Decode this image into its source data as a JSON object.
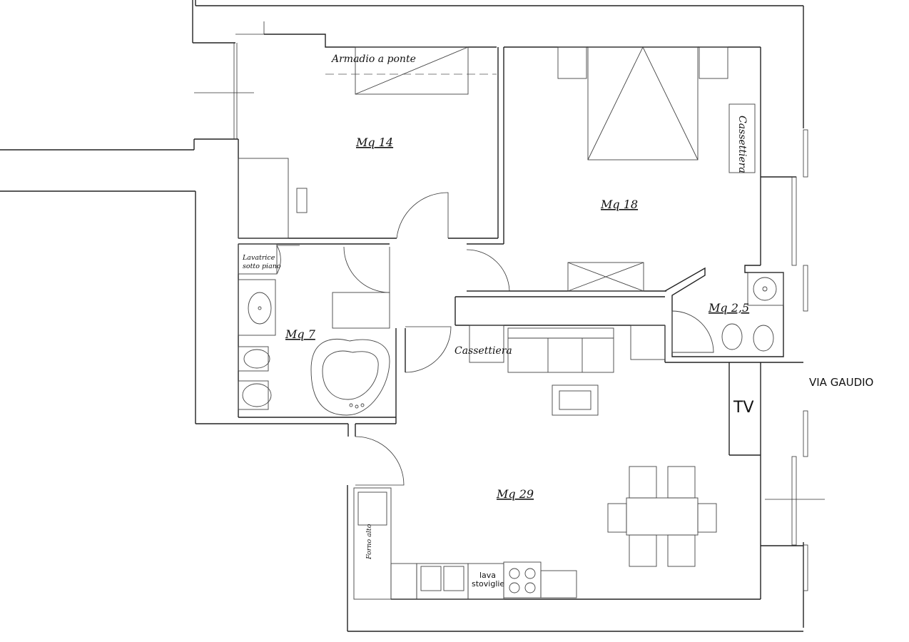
{
  "rooms": {
    "bedroom_small": "Mq 14",
    "bedroom_main": "Mq 18",
    "bathroom": "Mq 7",
    "wc": "Mq 2,5",
    "living": "Mq 29"
  },
  "labels": {
    "wardrobe": "Armadio a ponte",
    "dresser_bedroom": "Cassettiera",
    "dresser_hall": "Cassettiera",
    "washer_line1": "Lavatrice",
    "washer_line2": "sotto piano",
    "tv": "TV",
    "street": "VIA GAUDIO",
    "oven": "Forno alto",
    "dishwasher_line1": "lava",
    "dishwasher_line2": "stoviglie"
  }
}
